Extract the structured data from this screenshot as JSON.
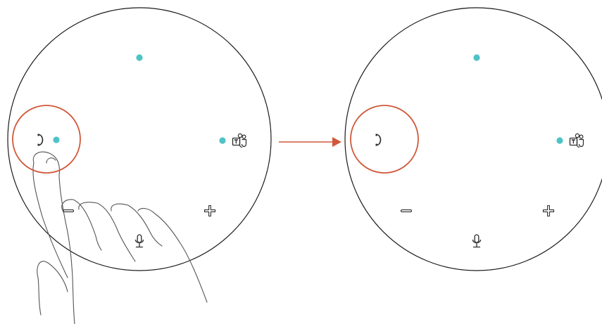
{
  "colors": {
    "outline": "#1a1a1a",
    "icon": "#2b2b2b",
    "led": "#4ec3c7",
    "highlight": "#d1583a",
    "arrow": "#d1583a",
    "finger": "#555555"
  },
  "panels": [
    {
      "state": "before",
      "gesture": "finger-tap",
      "highlighted_button": "call-button",
      "leds": [
        "top",
        "call",
        "teams"
      ],
      "buttons": [
        "call-button",
        "teams-button",
        "volume-down-button",
        "volume-up-button",
        "mute-button"
      ]
    },
    {
      "state": "after",
      "gesture": "none",
      "highlighted_button": "call-button",
      "leds": [
        "top",
        "teams"
      ],
      "buttons": [
        "call-button",
        "teams-button",
        "volume-down-button",
        "volume-up-button",
        "mute-button"
      ]
    }
  ],
  "icons": {
    "call": "phone-handset-icon",
    "teams": "microsoft-teams-icon",
    "volume_down": "minus-icon",
    "volume_up": "plus-icon",
    "mute": "microphone-icon"
  },
  "transition": "arrow-right-icon"
}
